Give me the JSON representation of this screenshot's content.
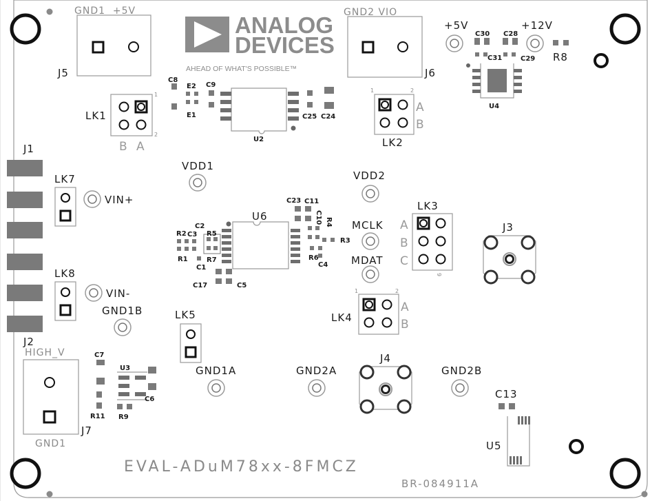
{
  "board": {
    "name": "EVAL-ADuM78xx-8FMCZ",
    "ref": "BR-084911A"
  },
  "logo": {
    "line1": "ANALOG",
    "line2": "DEVICES",
    "tagline": "AHEAD OF WHAT'S POSSIBLE™"
  },
  "connectors": {
    "j1": "J1",
    "j2": "J2",
    "j3": "J3",
    "j4": "J4",
    "j5": "J5",
    "j6": "J6",
    "j7": "J7",
    "j5_top": "GND1  +5V",
    "j6_top": "GND2 VIO",
    "j7_top": "HIGH_V",
    "j7_bottom": "GND1"
  },
  "links": {
    "lk1": "LK1",
    "lk2": "LK2",
    "lk3": "LK3",
    "lk4": "LK4",
    "lk5": "LK5",
    "lk7": "LK7",
    "lk8": "LK8",
    "a": "A",
    "b": "B",
    "c": "C",
    "n1": "1",
    "n2": "2",
    "n9": "9"
  },
  "testpoints": {
    "vdd1": "VDD1",
    "vdd2": "VDD2",
    "vin_plus": "VIN+",
    "vin_minus": "VIN-",
    "gnd1b": "GND1B",
    "gnd1a": "GND1A",
    "gnd2a": "GND2A",
    "gnd2b": "GND2B",
    "mclk": "MCLK",
    "mdat": "MDAT",
    "p5v": "+5V",
    "p12v": "+12V"
  },
  "ics": {
    "u2": "U2",
    "u3": "U3",
    "u4": "U4",
    "u5": "U5",
    "u6": "U6"
  },
  "components": {
    "c1": "C1",
    "c2": "C2",
    "c3": "C3",
    "c4": "C4",
    "c5": "C5",
    "c6": "C6",
    "c7": "C7",
    "c8": "C8",
    "c9": "C9",
    "c10": "C10",
    "c11": "C11",
    "c13": "C13",
    "c17": "C17",
    "c23": "C23",
    "c24": "C24",
    "c25": "C25",
    "c28": "C28",
    "c29": "C29",
    "c30": "C30",
    "c31": "C31",
    "e1": "E1",
    "e2": "E2",
    "r1": "R1",
    "r2": "R2",
    "r3": "R3",
    "r4": "R4",
    "r5": "R5",
    "r6": "R6",
    "r7": "R7",
    "r8": "R8",
    "r9": "R9",
    "r11": "R11"
  }
}
